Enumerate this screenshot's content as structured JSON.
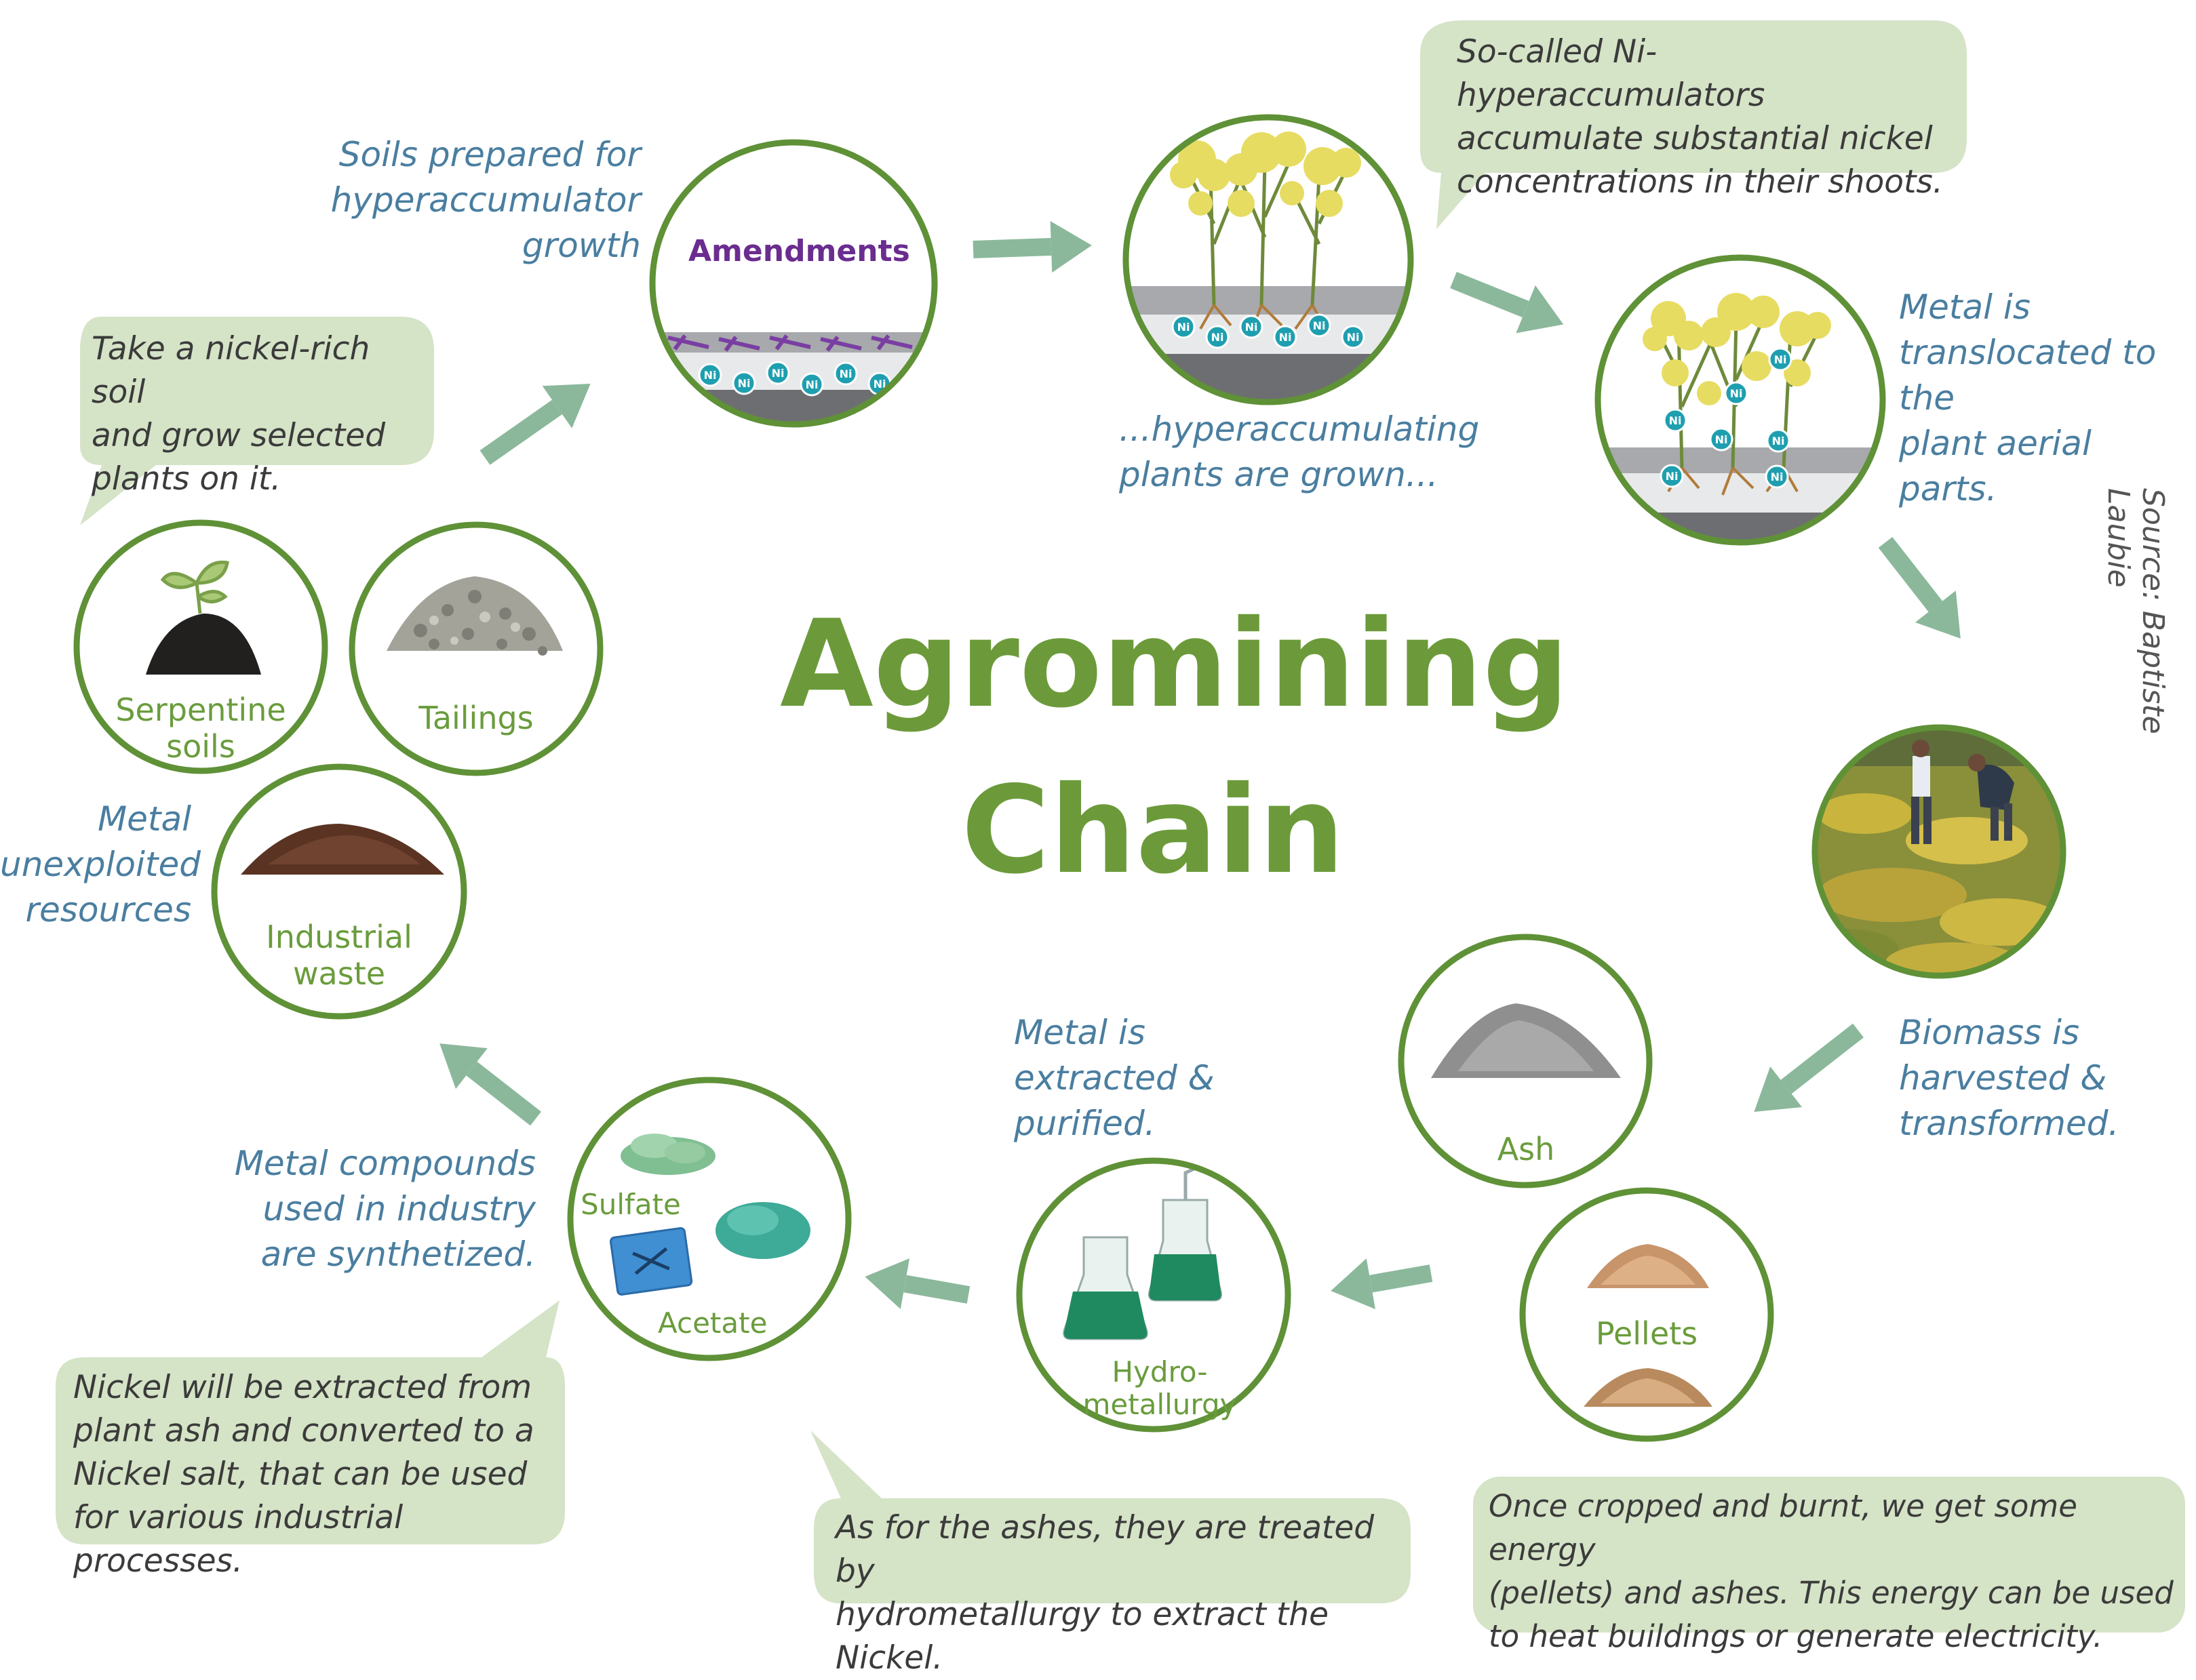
{
  "title_line1": "Agromining",
  "title_line2": "Chain",
  "source": "Source: Baptiste Laubie",
  "colors": {
    "circle_stroke": "#5f9137",
    "arrow": "#8bb89b",
    "callout_fill": "#d5e3c7",
    "note_text": "#4a7ea0",
    "label_text": "#6a9c3c",
    "title_text": "#6c9a3a"
  },
  "notes": {
    "soils_prepared": [
      "Soils prepared for",
      "hyperaccumulator",
      "growth"
    ],
    "plants_grown": [
      "...hyperaccumulating",
      "plants are grown..."
    ],
    "translocated": [
      "Metal is",
      "translocated to the",
      "plant aerial parts."
    ],
    "harvested": [
      "Biomass is",
      "harvested &",
      "transformed."
    ],
    "extracted": [
      "Metal is",
      "extracted &",
      "purified."
    ],
    "compounds": [
      "Metal compounds",
      "used in industry",
      "are synthetized."
    ],
    "unexploited": [
      "Metal",
      "unexploited",
      "resources"
    ]
  },
  "callouts": {
    "take_soil": [
      "Take a nickel-rich soil",
      "and grow selected",
      "plants on it."
    ],
    "hyperaccumulators": [
      "So-called Ni-hyperaccumulators",
      "accumulate substantial nickel",
      "concentrations in their shoots."
    ],
    "nickel_extracted": [
      "Nickel will be extracted from",
      "plant ash and converted to a",
      "Nickel salt, that can be used",
      "for various industrial processes."
    ],
    "ashes_treated": [
      "As for the ashes, they are treated by",
      "hydrometallurgy to extract the Nickel."
    ],
    "cropped_burnt": [
      "Once cropped and burnt, we get some energy",
      "(pellets) and  ashes. This energy can be used",
      "to heat buildings or generate electricity."
    ]
  },
  "labels": {
    "amendments": "Amendments",
    "serpentine": [
      "Serpentine",
      "soils"
    ],
    "tailings": "Tailings",
    "industrial": [
      "Industrial",
      "waste"
    ],
    "ash": "Ash",
    "pellets": "Pellets",
    "hydro": [
      "Hydro-",
      "metallurgy"
    ],
    "sulfate": "Sulfate",
    "acetate": "Acetate",
    "ni": "Ni"
  }
}
